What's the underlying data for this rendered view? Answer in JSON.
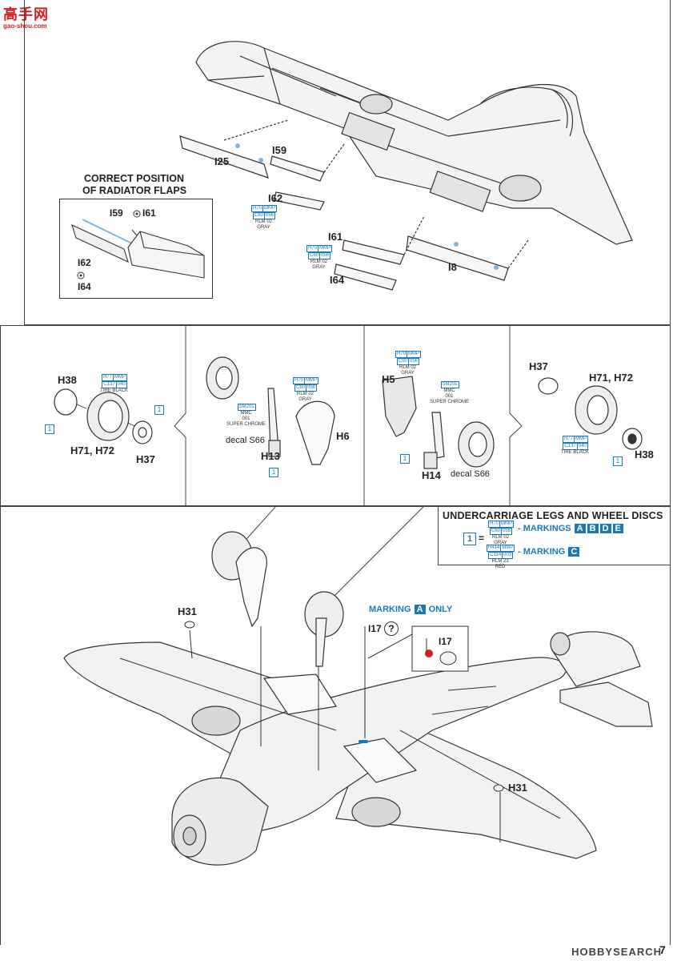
{
  "watermark": {
    "site_cn": "高手网",
    "site_url": "gao-shou.com"
  },
  "radiator_inset": {
    "title_line1": "CORRECT POSITION",
    "title_line2": "OF RADIATOR FLAPS",
    "part_a": "I59",
    "part_b": "I61",
    "part_c": "I62",
    "part_d": "I64"
  },
  "top_parts": {
    "i25": "I25",
    "i59": "I59",
    "i62": "I62",
    "i61": "I61",
    "i64": "I64",
    "i8": "I8",
    "paint_gray_1": {
      "h": "H70",
      "mmp": "MMP",
      "c": "C60",
      "code": "056",
      "rlm": "RLM 02",
      "name": "GRAY"
    },
    "paint_gray_2": {
      "h": "H70",
      "mmp": "MMP",
      "c": "C60",
      "code": "056",
      "rlm": "RLM 02",
      "name": "GRAY"
    }
  },
  "panel_left": {
    "h38": "H38",
    "h71h72": "H71, H72",
    "h37": "H37",
    "badge_a": "1",
    "badge_b": "1",
    "paint_tire": {
      "h": "H77",
      "mmp": "MMP",
      "c": "C137",
      "code": "040",
      "name": "TIRE BLACK"
    }
  },
  "panel_mid_left": {
    "h6": "H6",
    "h13": "H13",
    "decal": "decal S66",
    "badge": "1",
    "paint_gray": {
      "h": "H70",
      "mmp": "MMP",
      "c": "C60",
      "code": "056",
      "rlm": "RLM 02",
      "name": "GRAY"
    },
    "paint_chrome": {
      "h": "SM201",
      "mmp": "MMC",
      "code": "001",
      "name": "SUPER CHROME"
    }
  },
  "panel_mid_right": {
    "h5": "H5",
    "h14": "H14",
    "decal": "decal S66",
    "badge": "1",
    "paint_gray": {
      "h": "H70",
      "mmp": "MMP",
      "c": "C60",
      "code": "056",
      "rlm": "RLM 02",
      "name": "GRAY"
    },
    "paint_chrome": {
      "h": "SM201",
      "mmp": "MMC",
      "code": "001",
      "name": "SUPER CHROME"
    }
  },
  "panel_right": {
    "h37": "H37",
    "h71h72": "H71, H72",
    "h38": "H38",
    "badge": "1",
    "paint_tire": {
      "h": "H77",
      "mmp": "MMP",
      "c": "C137",
      "code": "040",
      "name": "TIRE BLACK"
    }
  },
  "undercarriage": {
    "title": "UNDERCARRIAGE LEGS AND WHEEL DISCS",
    "badge": "1",
    "equals": "=",
    "row1_paint": {
      "h": "H70",
      "mmp": "MMP",
      "c": "C60",
      "code": "056",
      "rlm": "RLM 02",
      "name": "GRAY"
    },
    "row1_label": "- MARKINGS",
    "row1_marks": [
      "A",
      "B",
      "D",
      "E"
    ],
    "row2_paint": {
      "h": "H414",
      "mmp": "MMP",
      "c": "C114",
      "code": "003",
      "rlm": "RLM 23",
      "name": "RED"
    },
    "row2_label": "- MARKING",
    "row2_mark": "C"
  },
  "bottom": {
    "h31_left": "H31",
    "h31_right": "H31",
    "marking_prefix": "MARKING",
    "marking_letter": "A",
    "marking_suffix": "ONLY",
    "i17": "I17",
    "i17_inset": "I17",
    "question": "?"
  },
  "footer": {
    "site": "HOBBYSEARCH",
    "page": "7"
  },
  "colors": {
    "accent_blue": "#1a7ab8",
    "watermark_red": "#d62020",
    "line": "#444444"
  }
}
